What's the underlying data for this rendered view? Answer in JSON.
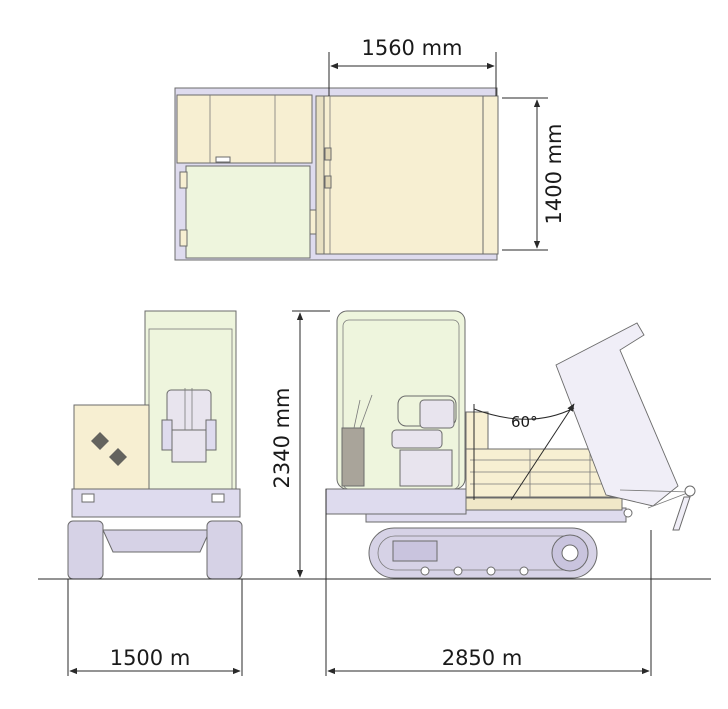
{
  "dimensions": {
    "top_length": "1560 mm",
    "top_width": "1400 mm",
    "height": "2340 mm",
    "front_width": "1500 m",
    "side_length": "2850 m",
    "dump_angle": "60°"
  },
  "colors": {
    "cream": "#f7efd2",
    "light_green": "#eef5dd",
    "lavender": "#dedbee",
    "track_gray": "#d6d2e6",
    "outline": "#6b6b6b"
  }
}
